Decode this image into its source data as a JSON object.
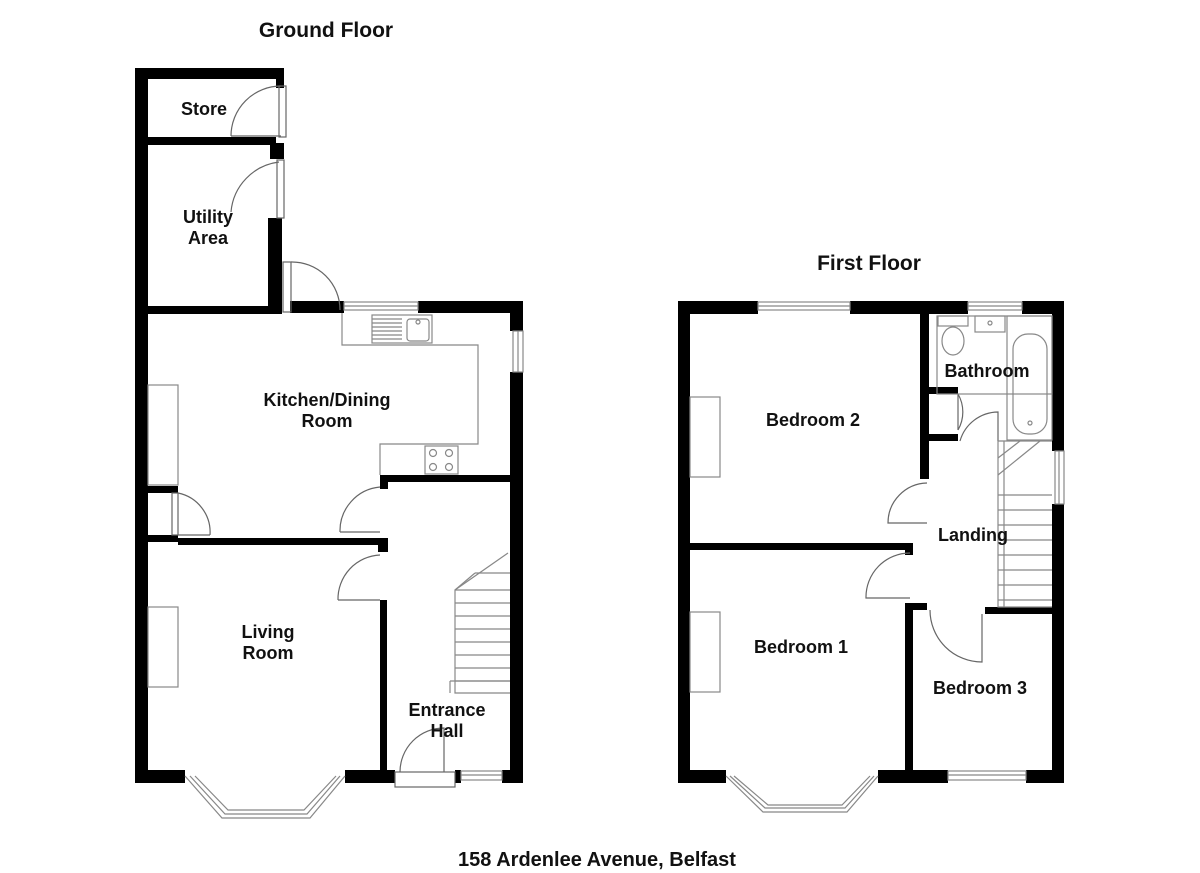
{
  "colors": {
    "wall": "#000000",
    "fixture": "#888888",
    "label": "#111111",
    "background": "#ffffff"
  },
  "floors": {
    "ground": {
      "title": "Ground Floor",
      "rooms": {
        "store": [
          "Store"
        ],
        "utility": [
          "Utility",
          "Area"
        ],
        "kitchen": [
          "Kitchen/Dining",
          "Room"
        ],
        "living": [
          "Living",
          "Room"
        ],
        "hall": [
          "Entrance",
          "Hall"
        ]
      }
    },
    "first": {
      "title": "First Floor",
      "rooms": {
        "bedroom2": [
          "Bedroom 2"
        ],
        "bathroom": [
          "Bathroom"
        ],
        "landing": [
          "Landing"
        ],
        "bedroom1": [
          "Bedroom 1"
        ],
        "bedroom3": [
          "Bedroom 3"
        ]
      }
    }
  },
  "address": "158 Ardenlee Avenue, Belfast"
}
